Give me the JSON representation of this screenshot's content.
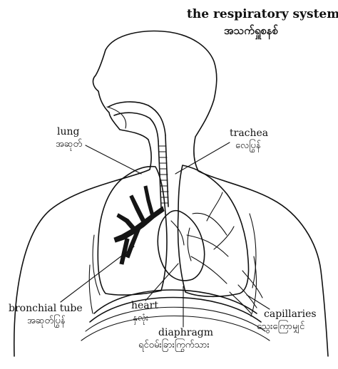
{
  "title": {
    "en": "the respiratory system",
    "my": "အသက်ရှူစနစ်"
  },
  "labels": {
    "lung": {
      "en": "lung",
      "my": "အဆုတ်"
    },
    "trachea": {
      "en": "trachea",
      "my": "လေပြွန်"
    },
    "bronchial_tube": {
      "en": "bronchial tube",
      "my": "အဆုတ်ပြွန်"
    },
    "heart": {
      "en": "heart",
      "my": "နှလုံး"
    },
    "diaphragm": {
      "en": "diaphragm",
      "my": "ရင်ဝမ်းခြားကြွက်သား"
    },
    "capillaries": {
      "en": "capillaries",
      "my": "သွေးကြောမျှင်"
    }
  }
}
